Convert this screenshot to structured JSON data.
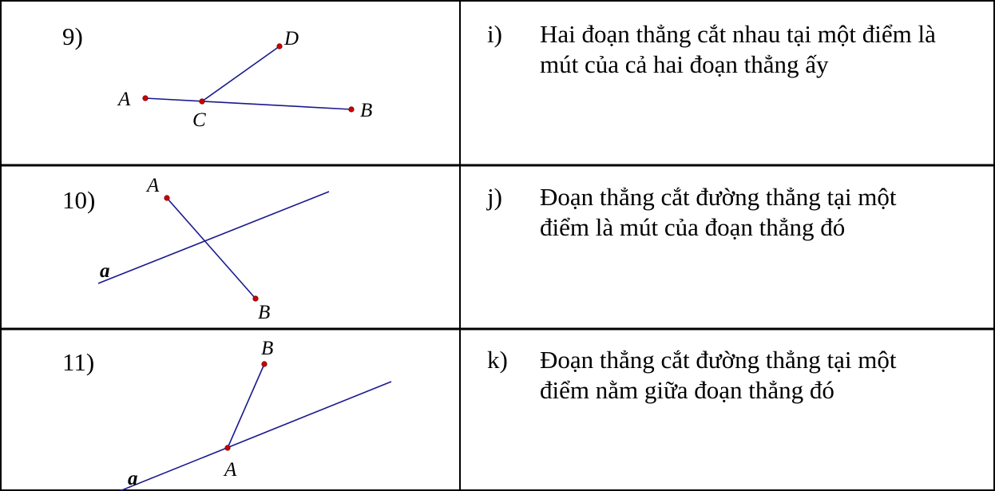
{
  "rows": [
    {
      "number": "9)",
      "figure": {
        "labels": {
          "A": "A",
          "B": "B",
          "C": "C",
          "D": "D"
        }
      },
      "statement": {
        "marker": "i)",
        "line1": "Hai đoạn thẳng cắt nhau tại một điểm là",
        "line2": "mút của cả hai đoạn thẳng ấy"
      }
    },
    {
      "number": "10)",
      "figure": {
        "labels": {
          "A": "A",
          "B": "B",
          "a": "a"
        }
      },
      "statement": {
        "marker": "j)",
        "line1": "Đoạn thẳng cắt đường thẳng tại một",
        "line2": "điểm là mút của đoạn thẳng đó"
      }
    },
    {
      "number": "11)",
      "figure": {
        "labels": {
          "A": "A",
          "B": "B",
          "a": "a"
        }
      },
      "statement": {
        "marker": "k)",
        "line1": "Đoạn thẳng cắt đường thẳng tại một",
        "line2": "điểm nằm giữa đoạn thẳng đó"
      }
    }
  ],
  "colors": {
    "line": "#1a1a8c",
    "point": "#cc0000",
    "border": "#000000"
  }
}
